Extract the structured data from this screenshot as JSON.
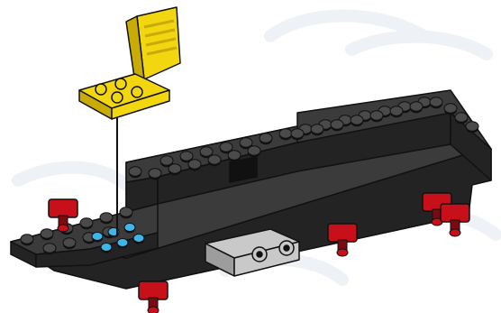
{
  "scene": {
    "subject": "lego-building-instruction-step",
    "colors": {
      "background": "#ffffff",
      "watermark": "#eef1f6",
      "chassis_top": "#3b3b3b",
      "chassis_side": "#232323",
      "chassis_outline": "#111111",
      "stud": "#4a4a4a",
      "seat": "#f2d60f",
      "seat_shade": "#c9ab06",
      "highlight_stud": "#3fb6ea",
      "axle_holder": "#c8101b",
      "axle_holder_dark": "#7d0a10",
      "plate_light": "#c9c9c9",
      "plate_light_shade": "#9d9d9d",
      "guide_line": "#111111"
    },
    "parts": {
      "seat": "seat-icon",
      "highlight_studs": 6,
      "axle_holders": 5,
      "light_plate_studs": 2
    }
  }
}
